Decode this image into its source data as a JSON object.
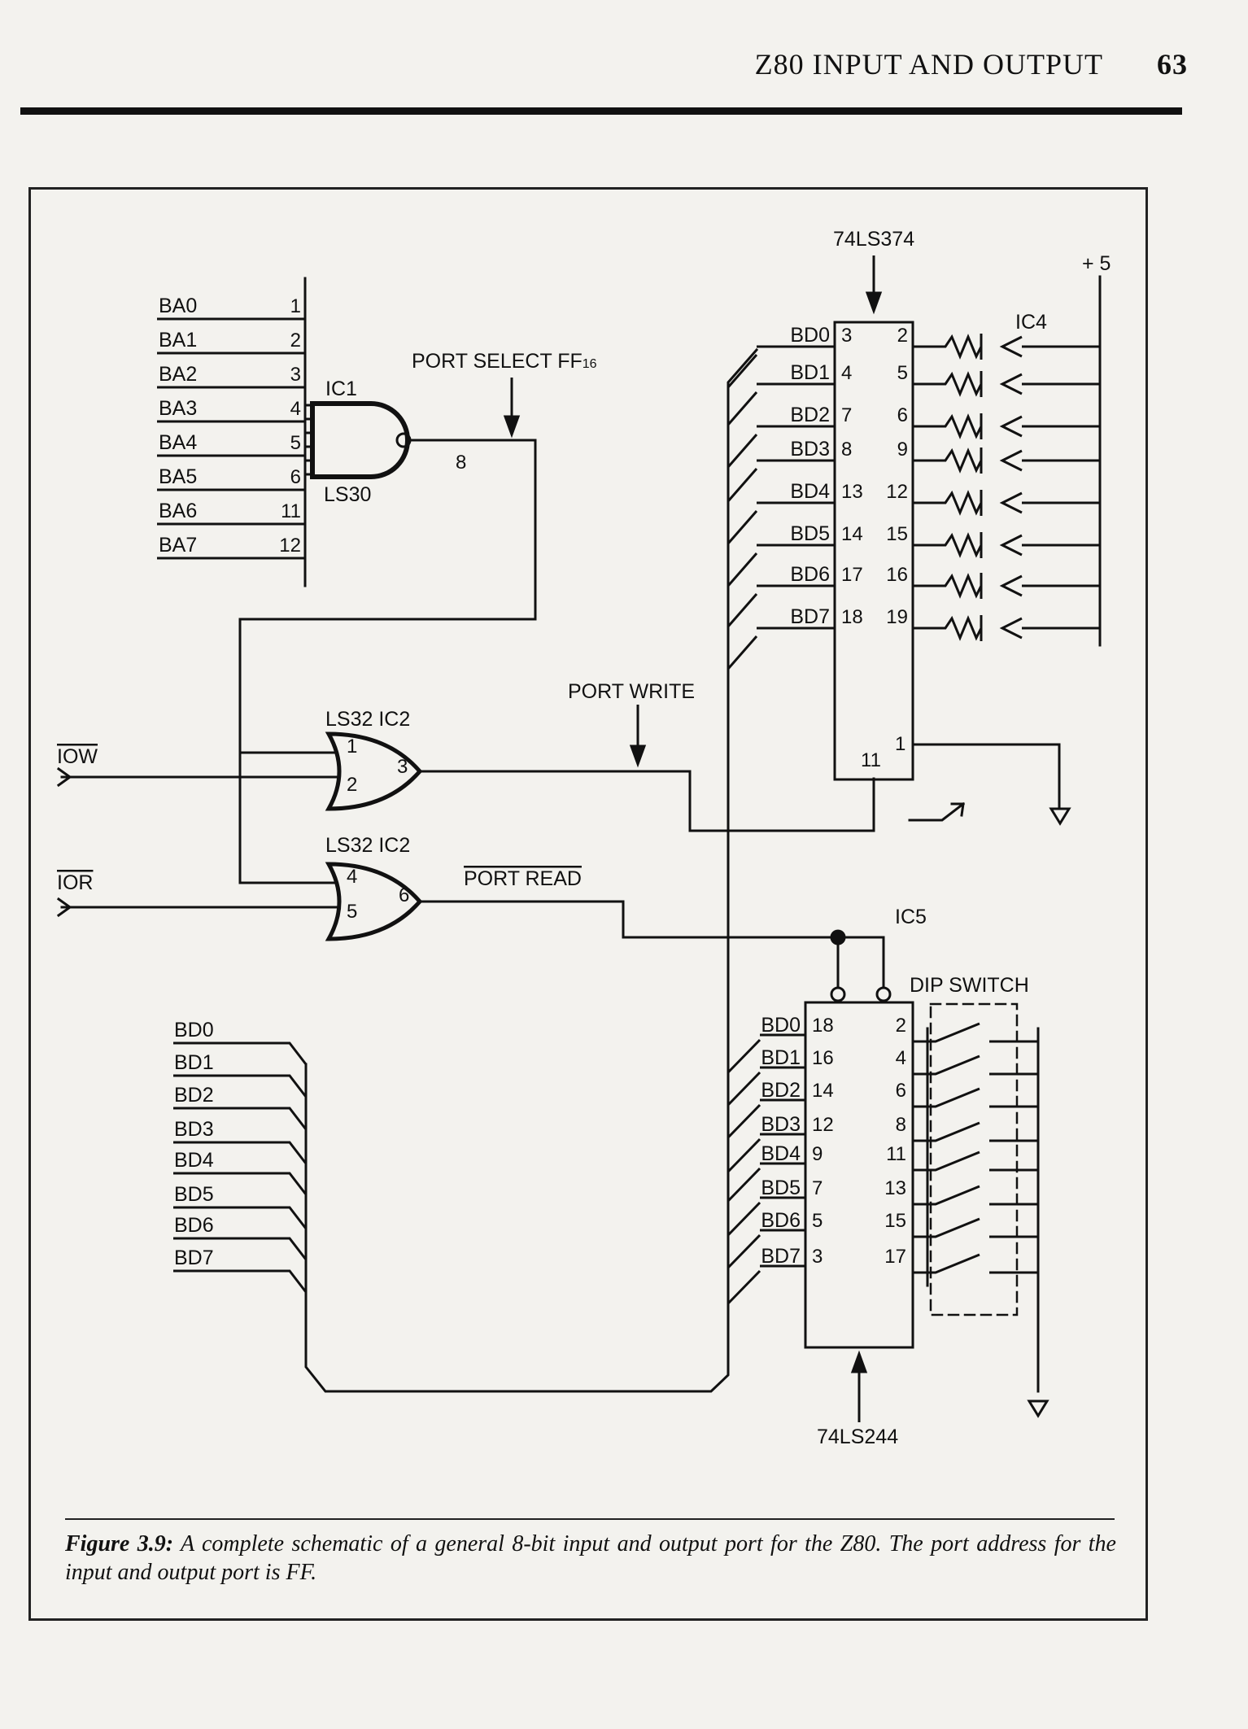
{
  "header": {
    "title": "Z80 INPUT AND OUTPUT",
    "page_number": "63"
  },
  "figure": {
    "chips": {
      "ic1_name": "IC1",
      "ic1_type": "LS30",
      "latch_type": "74LS374",
      "latch_name": "IC4",
      "buffer_name": "IC5",
      "buffer_type": "74LS244",
      "or_write": "LS32 IC2",
      "or_read": "LS32 IC2"
    },
    "supply": "+ 5",
    "address_lines": [
      {
        "name": "BA0",
        "pin": "1"
      },
      {
        "name": "BA1",
        "pin": "2"
      },
      {
        "name": "BA2",
        "pin": "3"
      },
      {
        "name": "BA3",
        "pin": "4"
      },
      {
        "name": "BA4",
        "pin": "5"
      },
      {
        "name": "BA5",
        "pin": "6"
      },
      {
        "name": "BA6",
        "pin": "11"
      },
      {
        "name": "BA7",
        "pin": "12"
      }
    ],
    "nand_out_pin": "8",
    "port_select": "PORT SELECT FF",
    "port_select_sub": "16",
    "port_write": "PORT WRITE",
    "port_read": "PORT READ",
    "iow": "IOW",
    "ior": "IOR",
    "or_write_pins": [
      "1",
      "2",
      "3"
    ],
    "or_read_pins": [
      "4",
      "5",
      "6"
    ],
    "latch_rows": [
      {
        "bus": "BD0",
        "in": "3",
        "out": "2"
      },
      {
        "bus": "BD1",
        "in": "4",
        "out": "5"
      },
      {
        "bus": "BD2",
        "in": "7",
        "out": "6"
      },
      {
        "bus": "BD3",
        "in": "8",
        "out": "9"
      },
      {
        "bus": "BD4",
        "in": "13",
        "out": "12"
      },
      {
        "bus": "BD5",
        "in": "14",
        "out": "15"
      },
      {
        "bus": "BD6",
        "in": "17",
        "out": "16"
      },
      {
        "bus": "BD7",
        "in": "18",
        "out": "19"
      }
    ],
    "latch_clk_pin": "11",
    "latch_oe_pin": "1",
    "buffer_rows": [
      {
        "bus": "BD0",
        "out": "18",
        "in": "2"
      },
      {
        "bus": "BD1",
        "out": "16",
        "in": "4"
      },
      {
        "bus": "BD2",
        "out": "14",
        "in": "6"
      },
      {
        "bus": "BD3",
        "out": "12",
        "in": "8"
      },
      {
        "bus": "BD4",
        "out": "9",
        "in": "11"
      },
      {
        "bus": "BD5",
        "out": "7",
        "in": "13"
      },
      {
        "bus": "BD6",
        "out": "5",
        "in": "15"
      },
      {
        "bus": "BD7",
        "out": "3",
        "in": "17"
      }
    ],
    "dip_switch": "DIP SWITCH",
    "data_bus": [
      "BD0",
      "BD1",
      "BD2",
      "BD3",
      "BD4",
      "BD5",
      "BD6",
      "BD7"
    ]
  },
  "caption": {
    "label": "Figure 3.9:",
    "text": " A complete schematic of a general 8-bit input and output port for the Z80. The port address for the input and output port is FF."
  }
}
